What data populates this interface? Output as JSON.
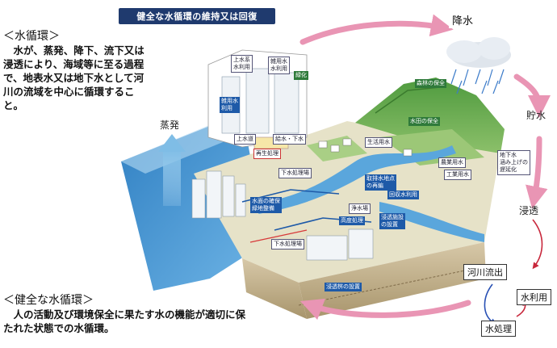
{
  "title": "健全な水循環の維持又は回復",
  "definition_top": {
    "heading": "＜水循環＞",
    "body": "　水が、蒸発、降下、流下又は浸透により、海域等に至る過程で、地表水又は地下水として河川の流域を中心に循環すること。"
  },
  "definition_bottom": {
    "heading": "＜健全な水循環＞",
    "body": "　人の活動及び環境保全に果たす水の機能が適切に保たれた状態での水循環。"
  },
  "cycle": {
    "precipitation": "降水",
    "evaporation": "蒸発",
    "storage": "貯水",
    "infiltration": "浸透",
    "river_outflow": "河川流出",
    "water_use": "水利用",
    "water_treatment": "水処理"
  },
  "scene_labels": {
    "rooftop_water": "上水系\n水利用",
    "miscellaneous_water": "雑用水\n水利用",
    "miscellaneous_water_use": "雑用水\n利用",
    "greening": "緑化",
    "upper_water": "上水道",
    "industrial_water_pipe": "給水・下水",
    "regeneration": "再生処理",
    "forest_conservation": "森林の保全",
    "paddy_conservation": "水田の保全",
    "domestic_water": "生活用水",
    "agricultural_water": "農業用水",
    "industrial_water": "工業用水",
    "groundwater_delay": "地下水\n涵み上げの\n遅延化",
    "sewage_plant": "下水処理場",
    "waterfront_greenery": "水面の確保\n緑地整備",
    "intake_relocation": "取排水地点\nの再編",
    "water_reuse": "回収水利用",
    "purification_plant": "浄水場",
    "advanced_treatment": "高度処理",
    "infiltration_facility": "浸透施設\nの設置",
    "sewage_plant_2": "下水処理場",
    "infiltration_trench": "浸透桝の設置"
  }
}
